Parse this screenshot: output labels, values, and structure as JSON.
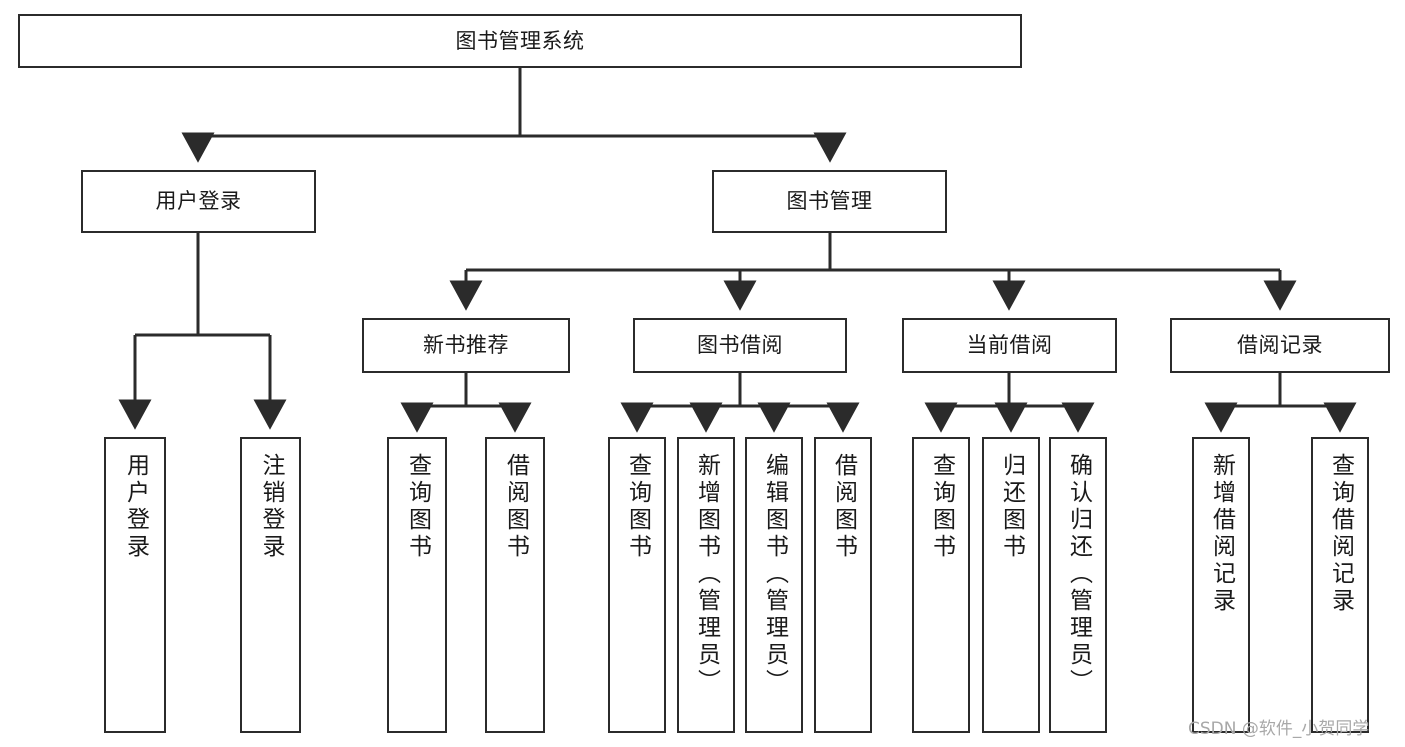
{
  "diagram": {
    "title": "图书管理系统",
    "type": "tree-hierarchy-diagram",
    "watermark": "CSDN @软件_小贺同学",
    "colors": {
      "box_border": "#2b2b2b",
      "box_fill": "#ffffff",
      "connector": "#2b2b2b",
      "text": "#1a1a1a",
      "watermark": "#a8a8a8",
      "background": "#ffffff"
    },
    "nodes": {
      "root": {
        "label": "图书管理系统"
      },
      "level2": [
        {
          "id": "user-login",
          "label": "用户登录"
        },
        {
          "id": "book-management",
          "label": "图书管理"
        }
      ],
      "level3": [
        {
          "id": "new-book-recommend",
          "label": "新书推荐"
        },
        {
          "id": "book-borrow",
          "label": "图书借阅"
        },
        {
          "id": "current-borrow",
          "label": "当前借阅"
        },
        {
          "id": "borrow-record",
          "label": "借阅记录"
        }
      ],
      "leaves": {
        "user-login": [
          {
            "id": "leaf-user-login",
            "label": "用户登录"
          },
          {
            "id": "leaf-logout-login",
            "label": "注销登录"
          }
        ],
        "new-book-recommend": [
          {
            "id": "leaf-query-book-1",
            "label": "查询图书"
          },
          {
            "id": "leaf-borrow-book-1",
            "label": "借阅图书"
          }
        ],
        "book-borrow": [
          {
            "id": "leaf-query-book-2",
            "label": "查询图书"
          },
          {
            "id": "leaf-add-book-admin",
            "label": "新增图书（管理员）"
          },
          {
            "id": "leaf-edit-book-admin",
            "label": "编辑图书（管理员）"
          },
          {
            "id": "leaf-borrow-book-2",
            "label": "借阅图书"
          }
        ],
        "current-borrow": [
          {
            "id": "leaf-query-book-3",
            "label": "查询图书"
          },
          {
            "id": "leaf-return-book",
            "label": "归还图书"
          },
          {
            "id": "leaf-confirm-return-admin",
            "label": "确认归还（管理员）"
          }
        ],
        "borrow-record": [
          {
            "id": "leaf-add-borrow-record",
            "label": "新增借阅记录"
          },
          {
            "id": "leaf-query-borrow-record",
            "label": "查询借阅记录"
          }
        ]
      }
    }
  }
}
